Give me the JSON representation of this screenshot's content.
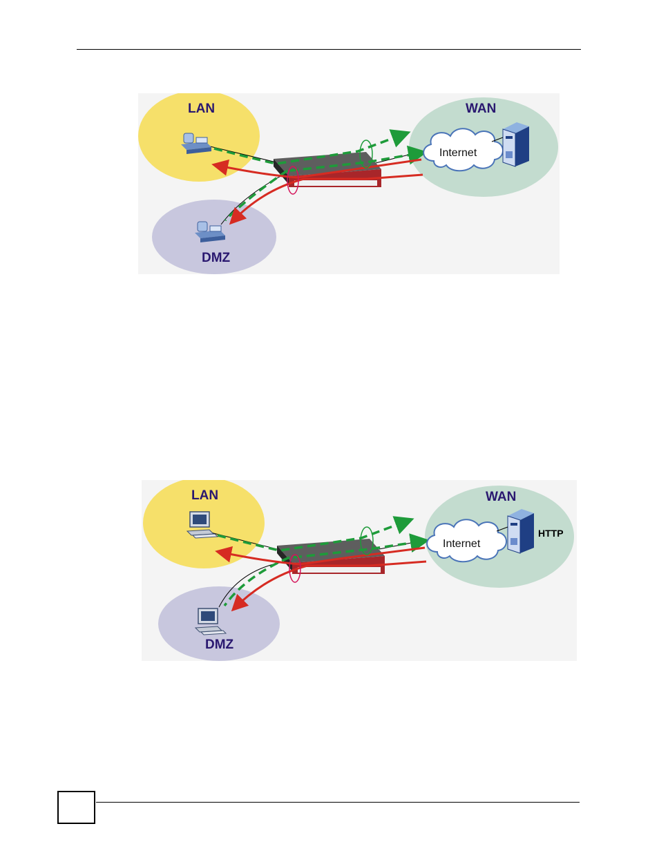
{
  "page_number": "",
  "figure1": {
    "lan_label": "LAN",
    "wan_label": "WAN",
    "dmz_label": "DMZ",
    "cloud_label": "Internet",
    "lan_device": "phone-icon",
    "dmz_device": "phone-icon",
    "wan_device": "server-icon"
  },
  "figure2": {
    "lan_label": "LAN",
    "wan_label": "WAN",
    "dmz_label": "DMZ",
    "cloud_label": "Internet",
    "server_label": "HTTP",
    "lan_device": "computer-icon",
    "dmz_device": "computer-icon",
    "wan_device": "server-icon"
  },
  "colors": {
    "lan_zone": "#f6e06a",
    "wan_zone": "#c3dccf",
    "dmz_zone": "#c8c7de",
    "allowed_flow": "#1e9b3a",
    "blocked_flow": "#d62b22",
    "label": "#2a1870"
  }
}
